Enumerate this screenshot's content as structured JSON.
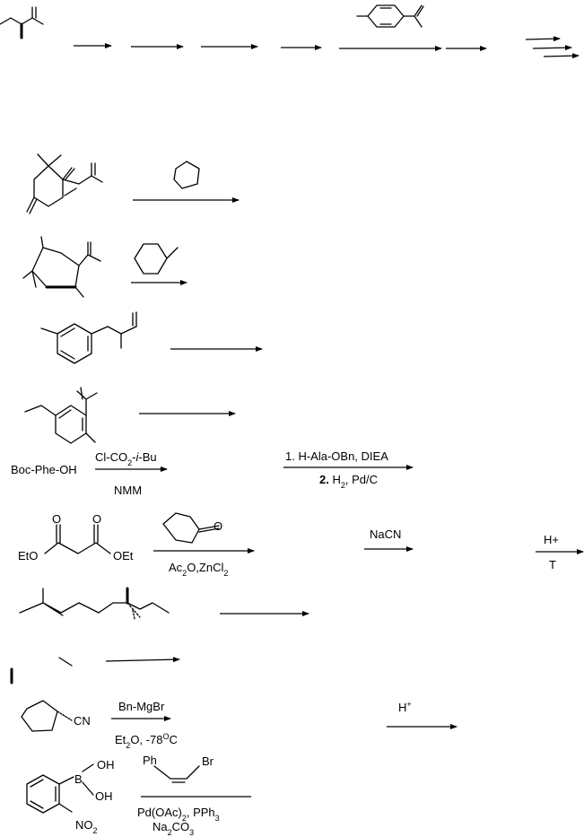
{
  "reactions": {
    "boc_phe": {
      "start": "Boc-Phe-OH",
      "step1_reagent": "Cl-CO",
      "step1_sub": "2",
      "step1_tail": "-",
      "step1_italic": "i",
      "step1_tail2": "-Bu",
      "step1_below": "NMM",
      "step2_line1": "1. H-Ala-OBn, DIEA",
      "step2_line2_num": "2.",
      "step2_line2_a": " H",
      "step2_line2_sub": "2",
      "step2_line2_b": ", Pd/C"
    },
    "malonate": {
      "o_left": "O",
      "o_right": "O",
      "eto": "EtO",
      "oet": "OEt",
      "ketone_o": "O",
      "cond_a": "Ac",
      "cond_sub1": "2",
      "cond_b": "O,ZnCl",
      "cond_sub2": "2",
      "nacn": "NaCN",
      "h_plus": "H+",
      "t": "T"
    },
    "nitrile": {
      "cn": "CN",
      "reagent": "Bn-MgBr",
      "cond_a": "Et",
      "cond_sub": "2",
      "cond_b": "O, -78",
      "cond_sup": "O",
      "cond_c": "C",
      "h": "H",
      "h_sup": "+"
    },
    "suzuki": {
      "oh_top": "OH",
      "b": "B",
      "oh_bottom": "OH",
      "no2_a": "NO",
      "no2_sub": "2",
      "ph": "Ph",
      "br": "Br",
      "cat_a": "Pd(OAc)",
      "cat_sub": "2",
      "cat_b": ", PPh",
      "cat_sub2": "3",
      "base_a": "Na",
      "base_sub1": "2",
      "base_b": "CO",
      "base_sub2": "3"
    }
  }
}
